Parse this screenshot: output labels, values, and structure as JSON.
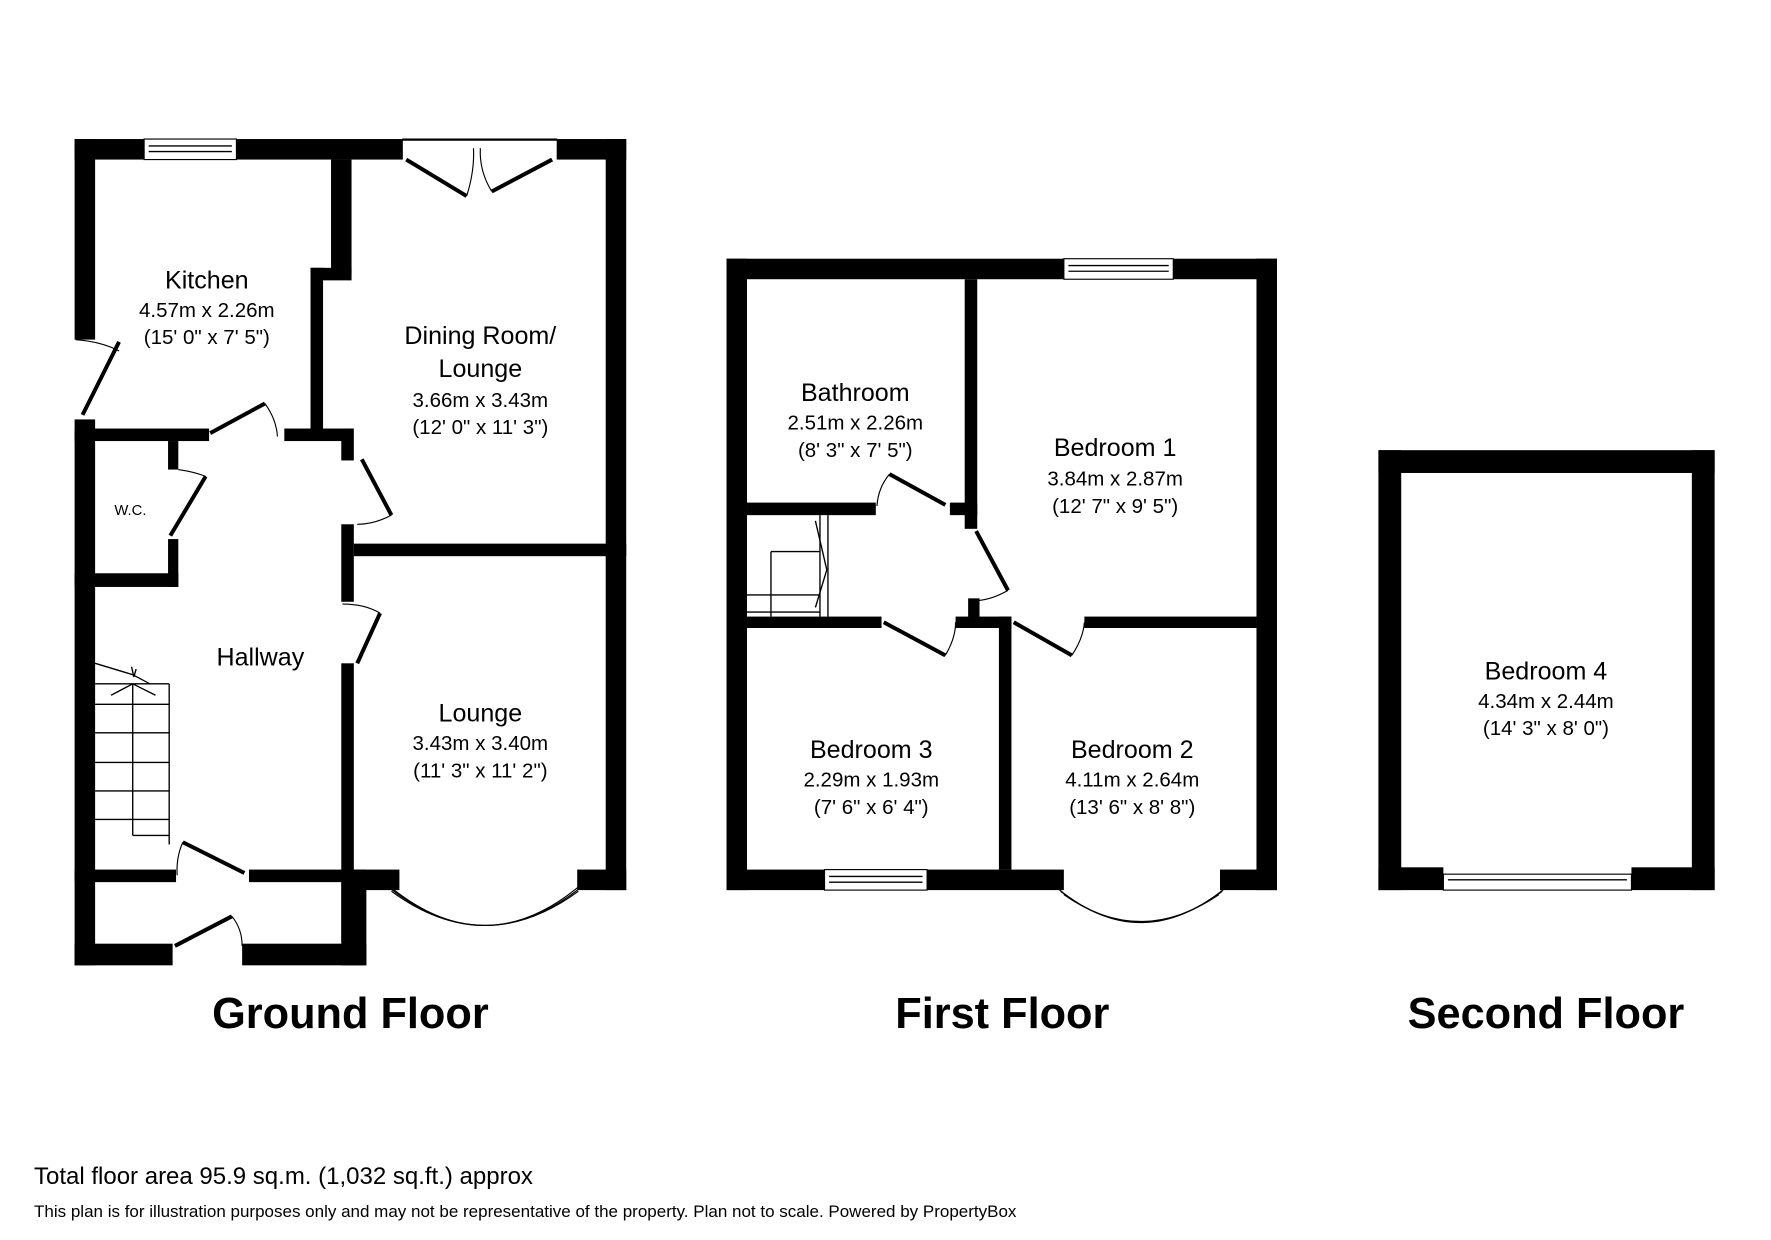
{
  "floors": {
    "ground": {
      "title": "Ground Floor",
      "rooms": {
        "kitchen": {
          "name": "Kitchen",
          "metric": "4.57m x 2.26m",
          "imperial": "(15' 0\" x 7' 5\")"
        },
        "dining": {
          "name_line1": "Dining Room/",
          "name_line2": "Lounge",
          "metric": "3.66m x 3.43m",
          "imperial": "(12' 0\" x 11' 3\")"
        },
        "wc": {
          "name": "W.C."
        },
        "hallway": {
          "name": "Hallway"
        },
        "lounge": {
          "name": "Lounge",
          "metric": "3.43m x 3.40m",
          "imperial": "(11' 3\" x 11' 2\")"
        }
      }
    },
    "first": {
      "title": "First Floor",
      "rooms": {
        "bathroom": {
          "name": "Bathroom",
          "metric": "2.51m x 2.26m",
          "imperial": "(8' 3\" x 7' 5\")"
        },
        "bedroom1": {
          "name": "Bedroom 1",
          "metric": "3.84m x 2.87m",
          "imperial": "(12' 7\" x 9' 5\")"
        },
        "bedroom3": {
          "name": "Bedroom 3",
          "metric": "2.29m x 1.93m",
          "imperial": "(7' 6\" x 6' 4\")"
        },
        "bedroom2": {
          "name": "Bedroom 2",
          "metric": "4.11m x 2.64m",
          "imperial": "(13' 6\" x 8' 8\")"
        }
      }
    },
    "second": {
      "title": "Second Floor",
      "rooms": {
        "bedroom4": {
          "name": "Bedroom 4",
          "metric": "4.34m x 2.44m",
          "imperial": "(14' 3\" x 8' 0\")"
        }
      }
    }
  },
  "footer": {
    "total_area": "Total floor area 95.9 sq.m. (1,032 sq.ft.) approx",
    "disclaimer": "This plan is for illustration purposes only and may not be representative of the property. Plan not to scale. Powered by PropertyBox"
  }
}
